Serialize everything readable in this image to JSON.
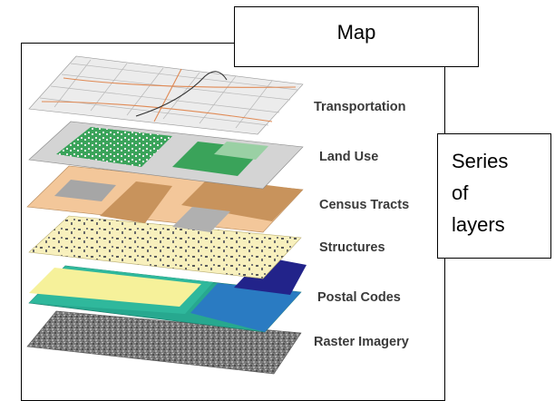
{
  "title_box": {
    "text": "Map"
  },
  "side_box": {
    "lines": [
      "Series",
      "of",
      "layers"
    ]
  },
  "layers": [
    {
      "name": "Transportation",
      "icon": "transportation-layer"
    },
    {
      "name": "Land Use",
      "icon": "land-use-layer"
    },
    {
      "name": "Census Tracts",
      "icon": "census-tracts-layer"
    },
    {
      "name": "Structures",
      "icon": "structures-layer"
    },
    {
      "name": "Postal Codes",
      "icon": "postal-codes-layer"
    },
    {
      "name": "Raster Imagery",
      "icon": "raster-imagery-layer"
    }
  ],
  "colors": {
    "transportation": "#ececec",
    "land_use_green": "#3aa35a",
    "land_use_gray": "#d4d4d4",
    "census_tan": "#f3c79a",
    "census_brown": "#c8935c",
    "structures": "#f8f0bd",
    "postal_teal": "#27a88f",
    "postal_yellow": "#f6f19a",
    "postal_blue": "#2a7bc2",
    "postal_navy": "#22238a",
    "raster": "#7c7c7c"
  }
}
